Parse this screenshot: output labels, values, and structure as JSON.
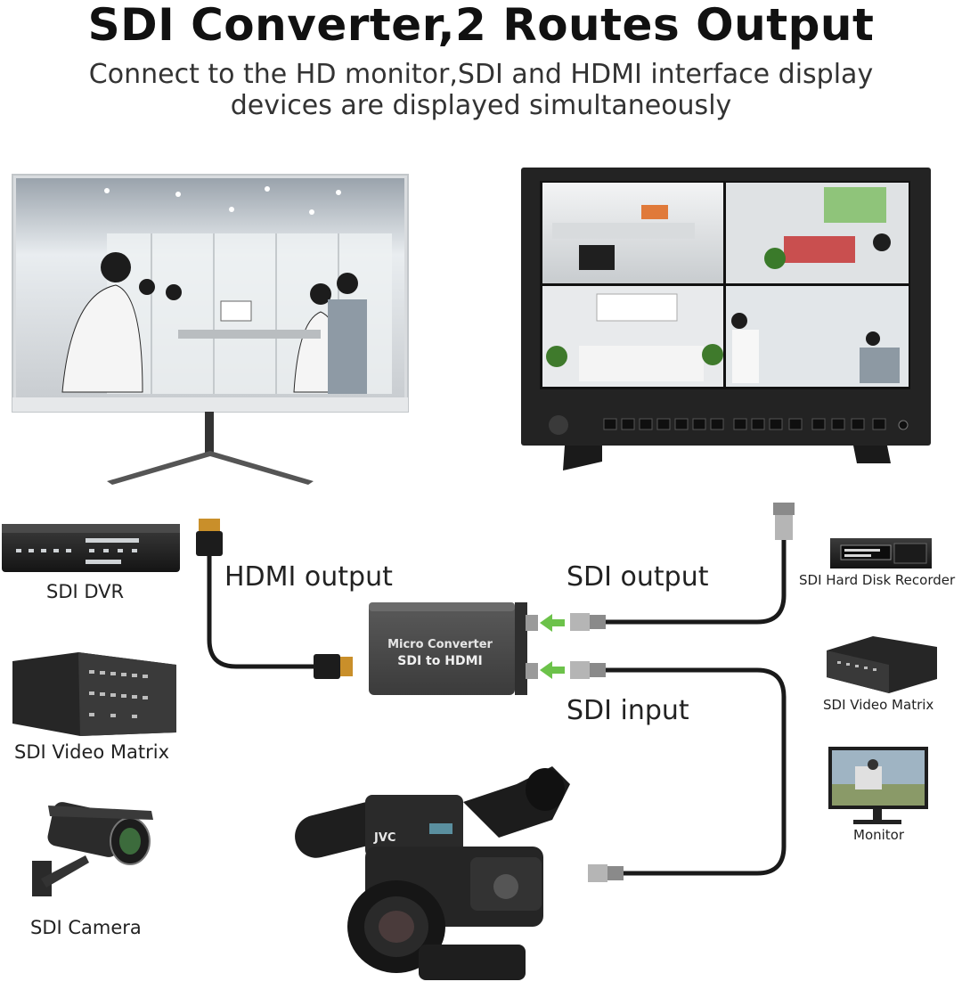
{
  "header": {
    "title": "SDI Converter,2 Routes Output",
    "subtitle_line1": "Connect to the HD monitor,SDI and HDMI interface display",
    "subtitle_line2": "devices are displayed simultaneously"
  },
  "converter": {
    "line1": "Micro Converter",
    "line2": "SDI to HDMI"
  },
  "connections": {
    "hdmi_output": "HDMI output",
    "sdi_output": "SDI output",
    "sdi_input": "SDI input"
  },
  "left_devices": {
    "dvr": "SDI DVR",
    "matrix": "SDI Video Matrix",
    "camera": "SDI Camera"
  },
  "right_devices": {
    "recorder": "SDI Hard Disk Recorder",
    "matrix": "SDI Video Matrix",
    "monitor": "Monitor"
  },
  "camera_brand": "JVC",
  "colors": {
    "arrow": "#6cc24a",
    "cable": "#1a1a1a",
    "converter_body": "#4a4a4a"
  }
}
